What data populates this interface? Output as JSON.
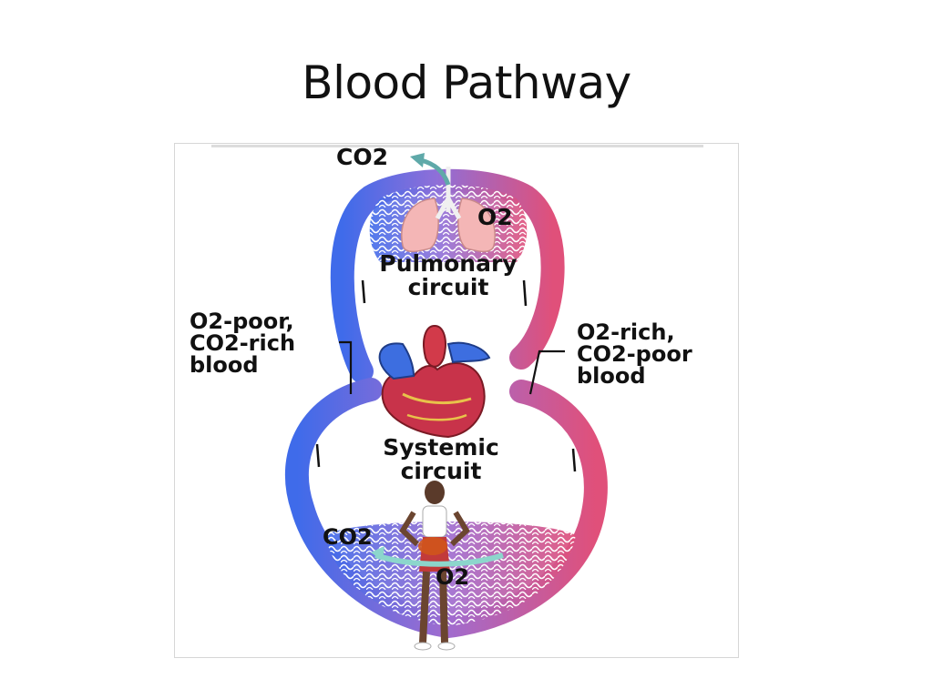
{
  "slide": {
    "title": "Blood Pathway"
  },
  "diagram": {
    "co2_top": "CO2",
    "o2_top": "O2",
    "pulmonary": [
      "Pulmonary",
      "circuit"
    ],
    "left_label": [
      "O2-poor,",
      "CO2-rich",
      "blood"
    ],
    "right_label": [
      "O2-rich,",
      "CO2-poor",
      "blood"
    ],
    "systemic": [
      "Systemic",
      "circuit"
    ],
    "co2_bottom": "CO2",
    "o2_bottom": "O2"
  },
  "colors": {
    "deoxygenated": "#4a6fe0",
    "oxygenated": "#d9557f",
    "gas_arrow": "#5fa9a9"
  }
}
